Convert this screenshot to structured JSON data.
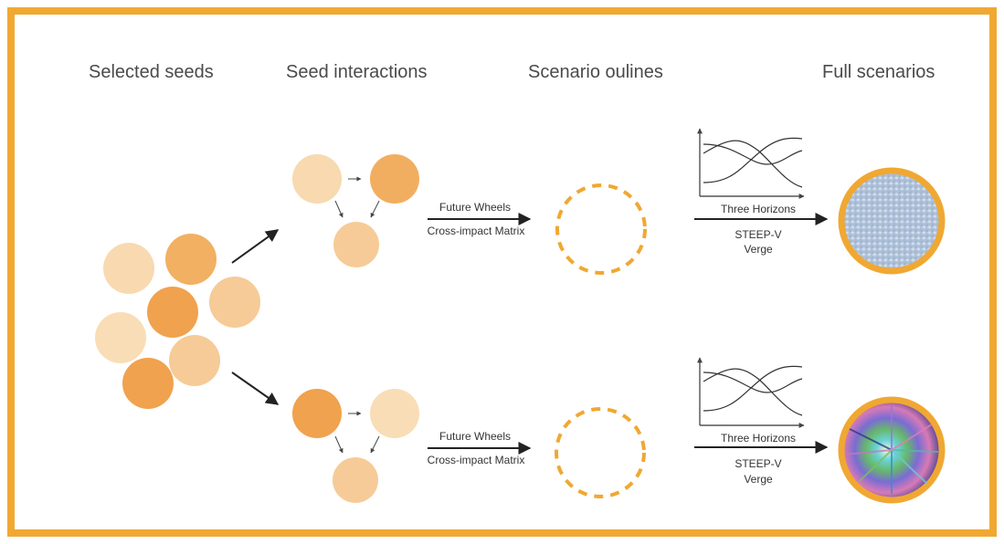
{
  "headers": {
    "selected_seeds": "Selected seeds",
    "seed_interactions": "Seed interactions",
    "scenario_outlines": "Scenario oulines",
    "full_scenarios": "Full scenarios"
  },
  "methods_left": {
    "top_above": "Future Wheels",
    "top_below": "Cross-impact Matrix",
    "bottom_above": "Future Wheels",
    "bottom_below": "Cross-impact Matrix"
  },
  "methods_right": {
    "top_above": "Three Horizons",
    "top_below_1": "STEEP-V",
    "top_below_2": "Verge",
    "bottom_above": "Three Horizons",
    "bottom_below_1": "STEEP-V",
    "bottom_below_2": "Verge"
  },
  "colors": {
    "frame": "#F0A832",
    "seed_light": "#F8D9B0",
    "seed_mid": "#F5C48C",
    "seed_dark": "#F0A24E",
    "outline_dash": "#F0A832",
    "text": "#444444"
  }
}
